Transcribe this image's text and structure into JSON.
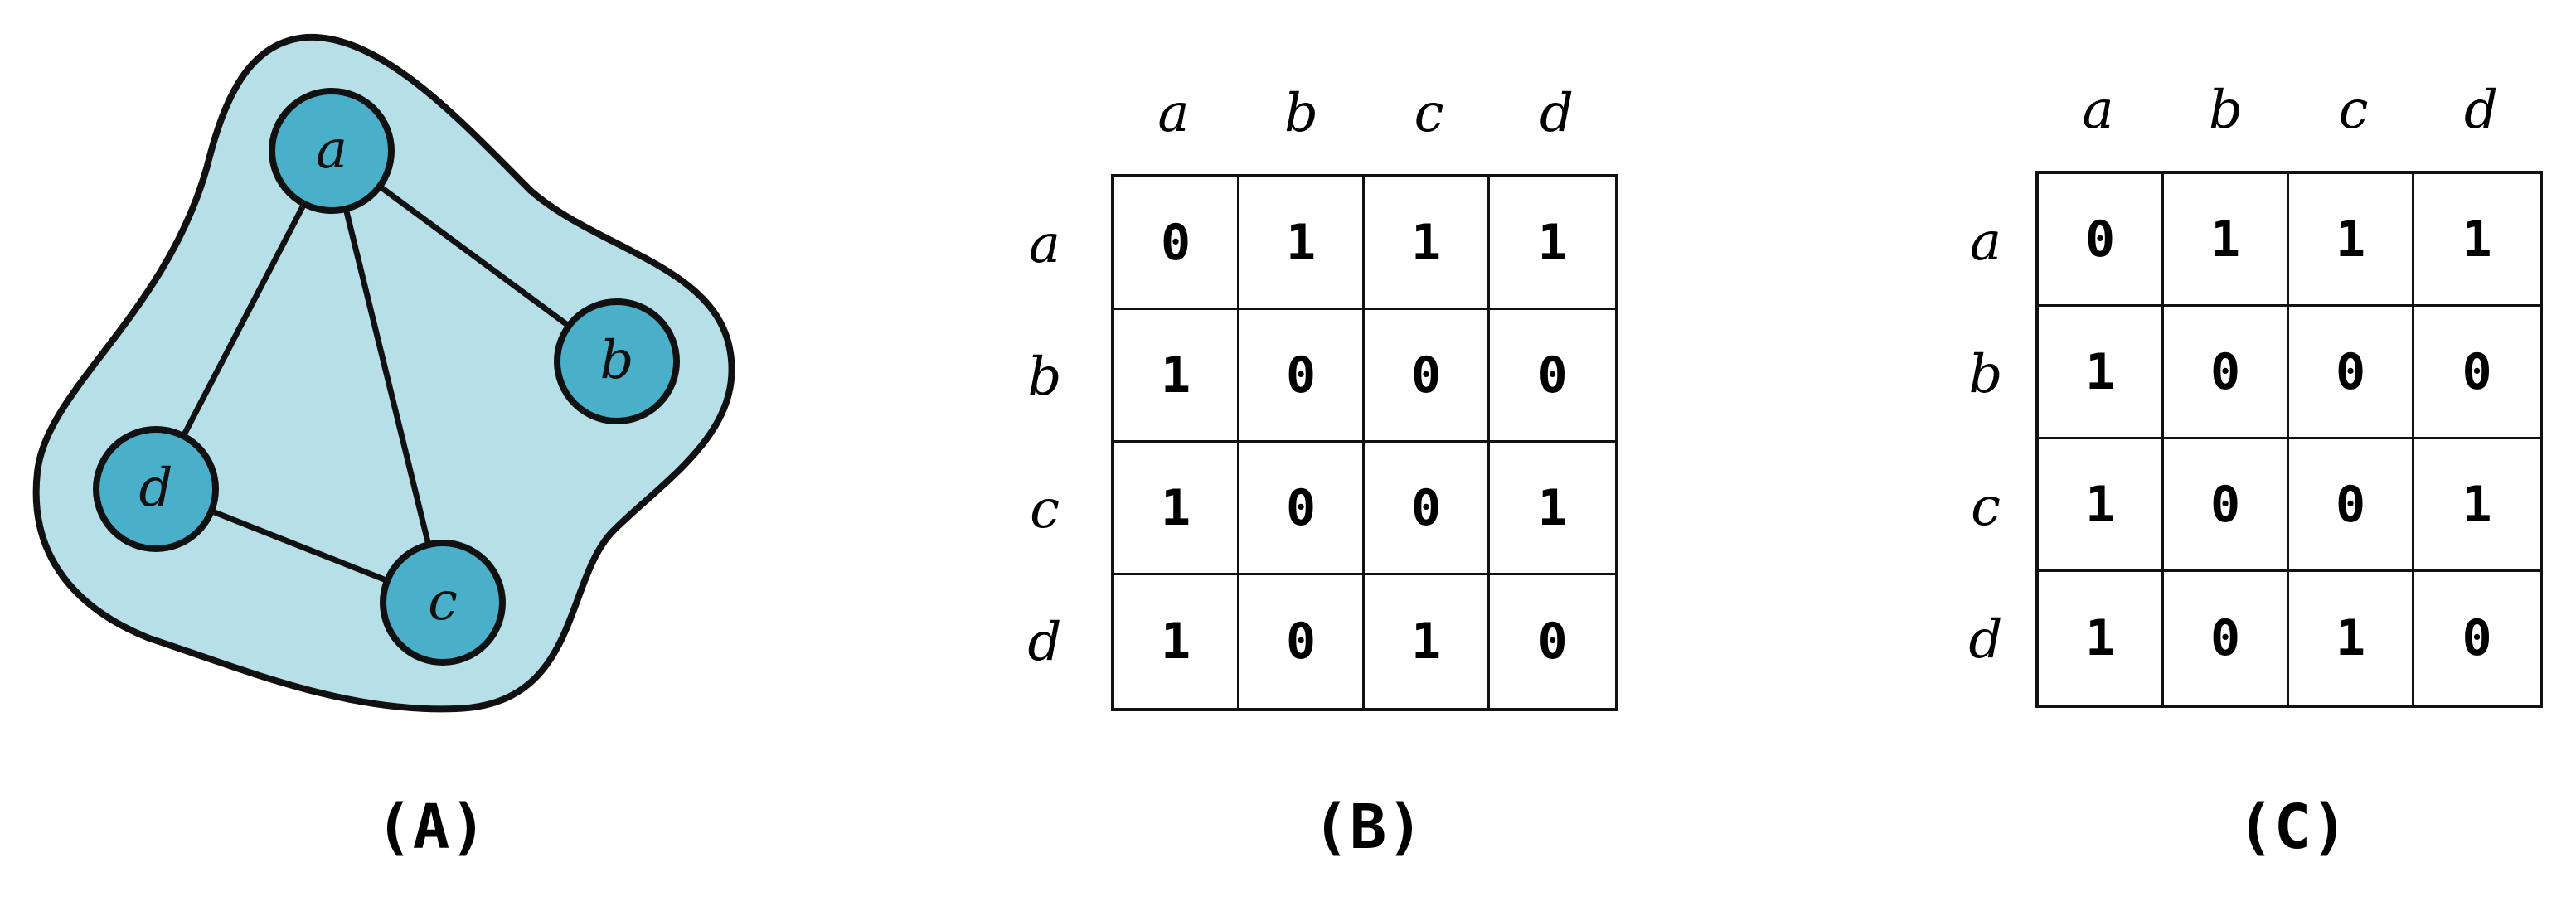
{
  "panels": [
    {
      "label": "(A)"
    },
    {
      "label": "(B)"
    },
    {
      "label": "(C)"
    }
  ],
  "graph": {
    "nodes": [
      {
        "id": "a",
        "label": "a"
      },
      {
        "id": "b",
        "label": "b"
      },
      {
        "id": "c",
        "label": "c"
      },
      {
        "id": "d",
        "label": "d"
      }
    ],
    "edges": [
      [
        "a",
        "b"
      ],
      [
        "a",
        "c"
      ],
      [
        "a",
        "d"
      ],
      [
        "d",
        "c"
      ]
    ],
    "colors": {
      "node_fill": "#4aafc8",
      "blob_fill": "#b7dfe8",
      "stroke": "#111111"
    }
  },
  "matrix": {
    "col_labels": [
      "a",
      "b",
      "c",
      "d"
    ],
    "row_labels": [
      "a",
      "b",
      "c",
      "d"
    ],
    "values": [
      [
        0,
        1,
        1,
        1
      ],
      [
        1,
        0,
        0,
        0
      ],
      [
        1,
        0,
        0,
        1
      ],
      [
        1,
        0,
        1,
        0
      ]
    ]
  }
}
